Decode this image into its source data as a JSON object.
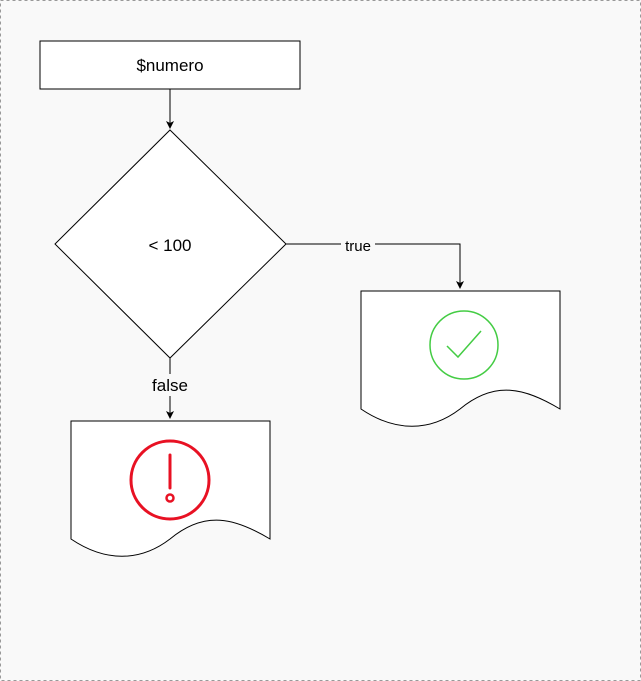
{
  "diagram": {
    "start_node": {
      "label": "$numero"
    },
    "decision_node": {
      "label": "< 100"
    },
    "edges": {
      "true_label": "true",
      "false_label": "false"
    },
    "true_result": {
      "icon": "check-circle-icon",
      "color": "#44cc44"
    },
    "false_result": {
      "icon": "alert-circle-icon",
      "color": "#e81123"
    }
  },
  "colors": {
    "background": "#f9f9f9",
    "stroke": "#000000",
    "node_fill": "#ffffff",
    "border": "#999999"
  }
}
